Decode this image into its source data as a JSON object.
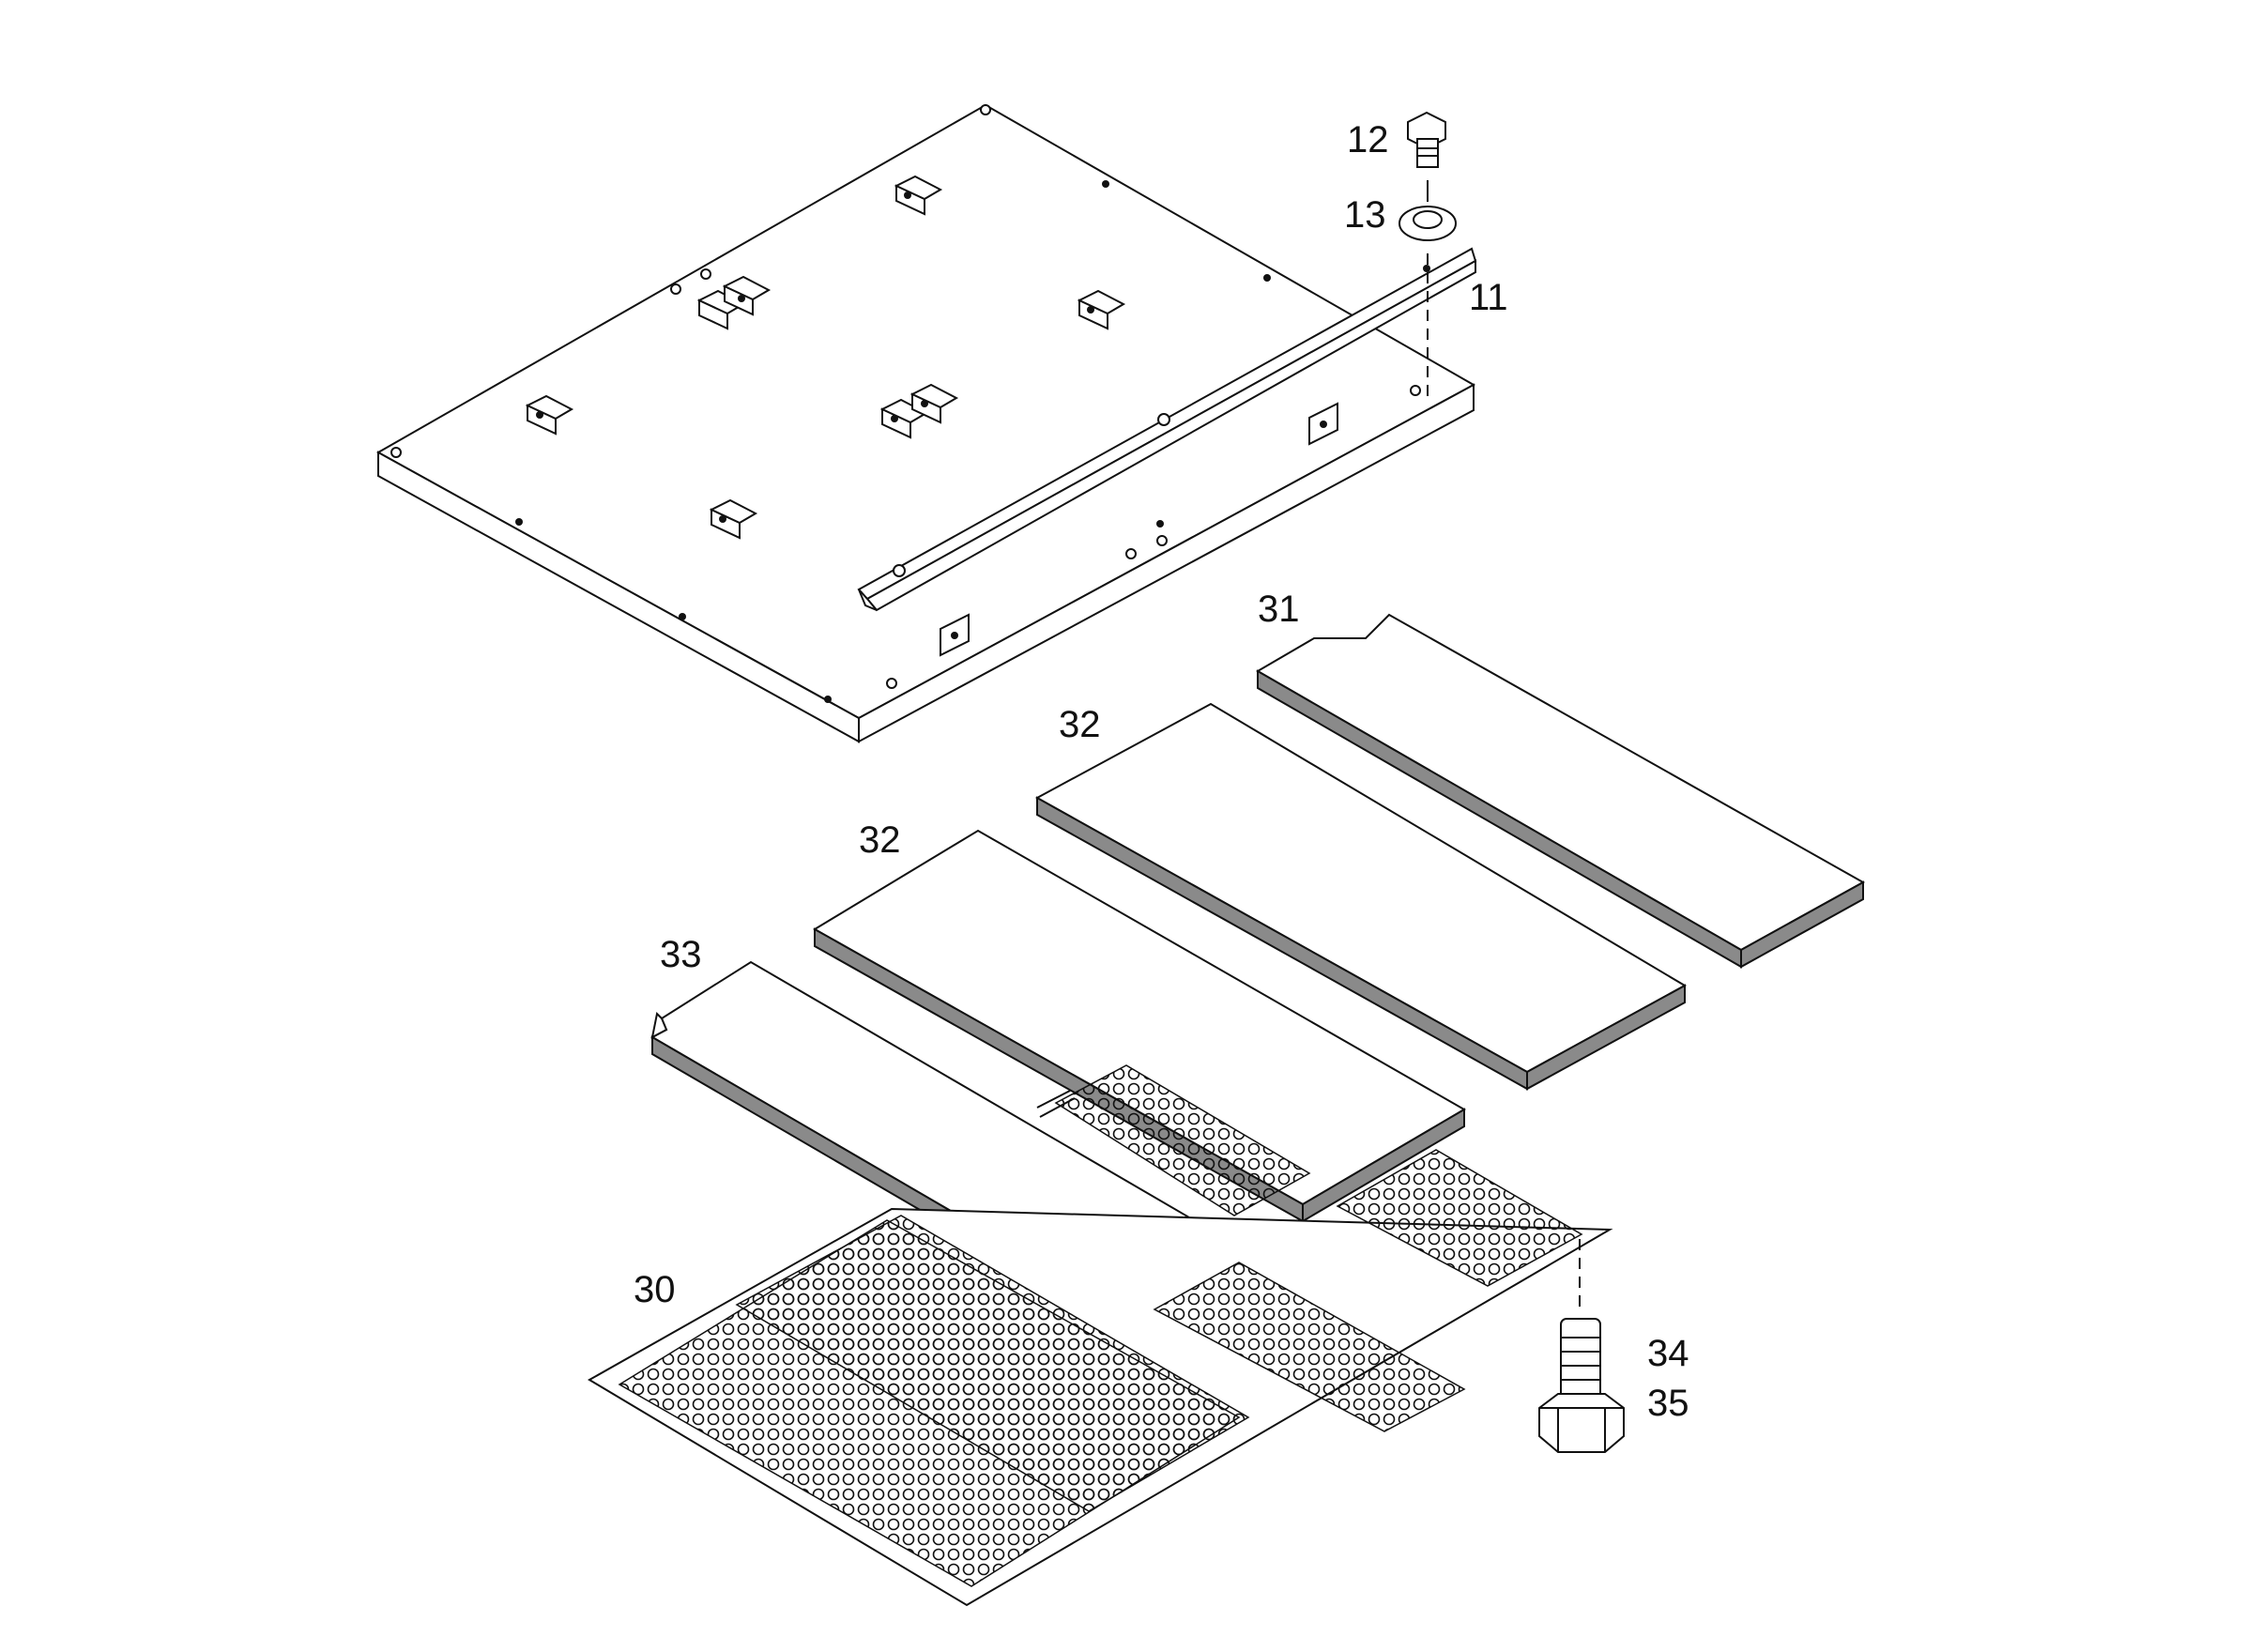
{
  "diagram": {
    "callouts": [
      "12",
      "13",
      "11",
      "31",
      "32",
      "32",
      "33",
      "30",
      "34",
      "35"
    ]
  },
  "colors": {
    "line": "#111111",
    "foam_edge": "#8a8a8a",
    "background": "#ffffff"
  }
}
